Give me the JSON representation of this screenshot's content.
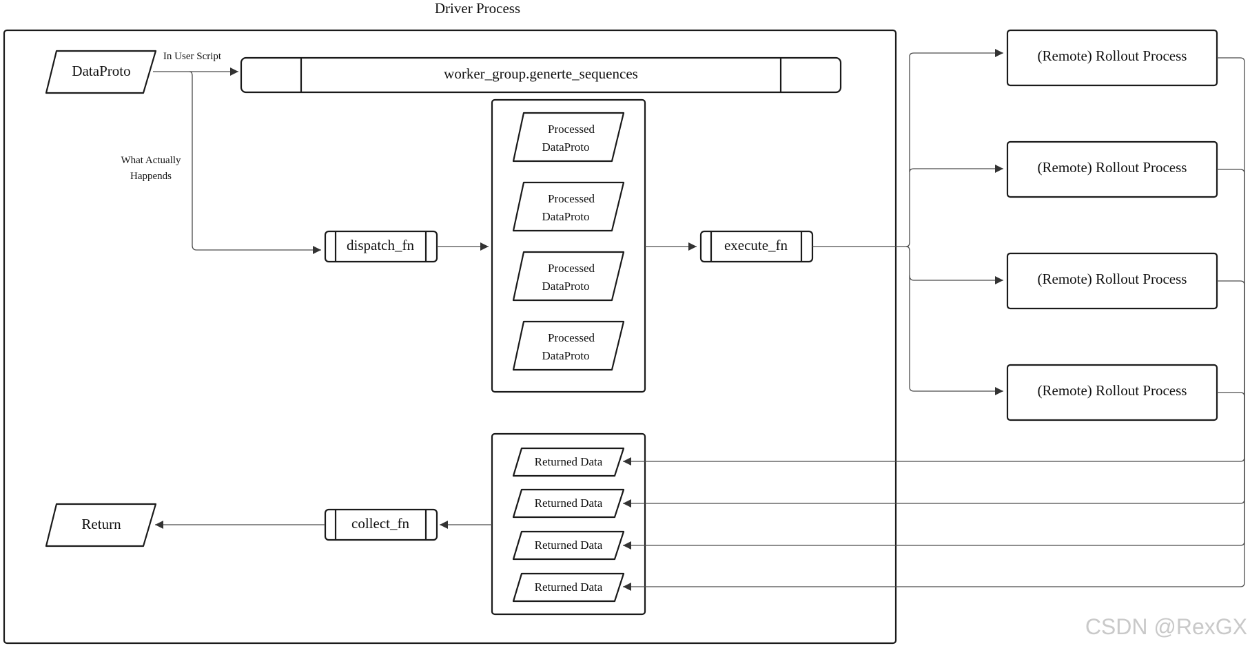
{
  "diagram": {
    "title": "Driver Process",
    "input_label": "DataProto",
    "user_script_label": "In User Script",
    "actual_label_line1": "What Actually",
    "actual_label_line2": "Happends",
    "top_call": "worker_group.generte_sequences",
    "dispatch": "dispatch_fn",
    "execute": "execute_fn",
    "collect": "collect_fn",
    "output_label": "Return",
    "processed_items": [
      {
        "line1": "Processed",
        "line2": "DataProto"
      },
      {
        "line1": "Processed",
        "line2": "DataProto"
      },
      {
        "line1": "Processed",
        "line2": "DataProto"
      },
      {
        "line1": "Processed",
        "line2": "DataProto"
      }
    ],
    "returned_items": [
      "Returned Data",
      "Returned Data",
      "Returned Data",
      "Returned Data"
    ],
    "remote_processes": [
      "(Remote) Rollout Process",
      "(Remote) Rollout Process",
      "(Remote) Rollout Process",
      "(Remote) Rollout Process"
    ]
  },
  "watermark": "CSDN @RexGX"
}
